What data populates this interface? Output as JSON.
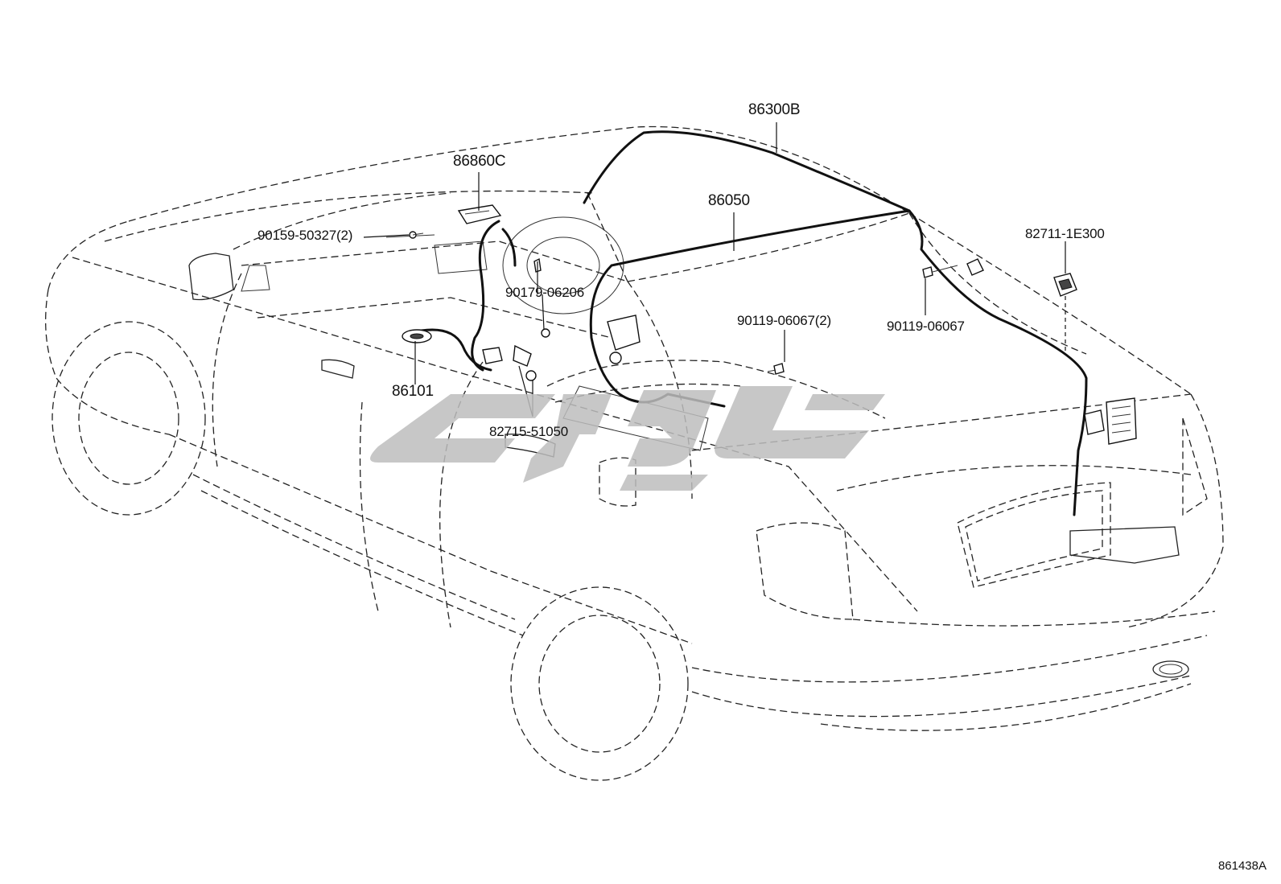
{
  "diagram": {
    "figure_code": "861438A",
    "parts": {
      "p86300B": "86300B",
      "p86860C": "86860C",
      "p86050": "86050",
      "p9015950327": "90159-50327(2)",
      "p9017906206": "90179-06206",
      "p86101": "86101",
      "p8271551050": "82715-51050",
      "p9011906067_2": "90119-06067(2)",
      "p9011906067": "90119-06067",
      "p827111E300": "82711-1E300"
    }
  }
}
